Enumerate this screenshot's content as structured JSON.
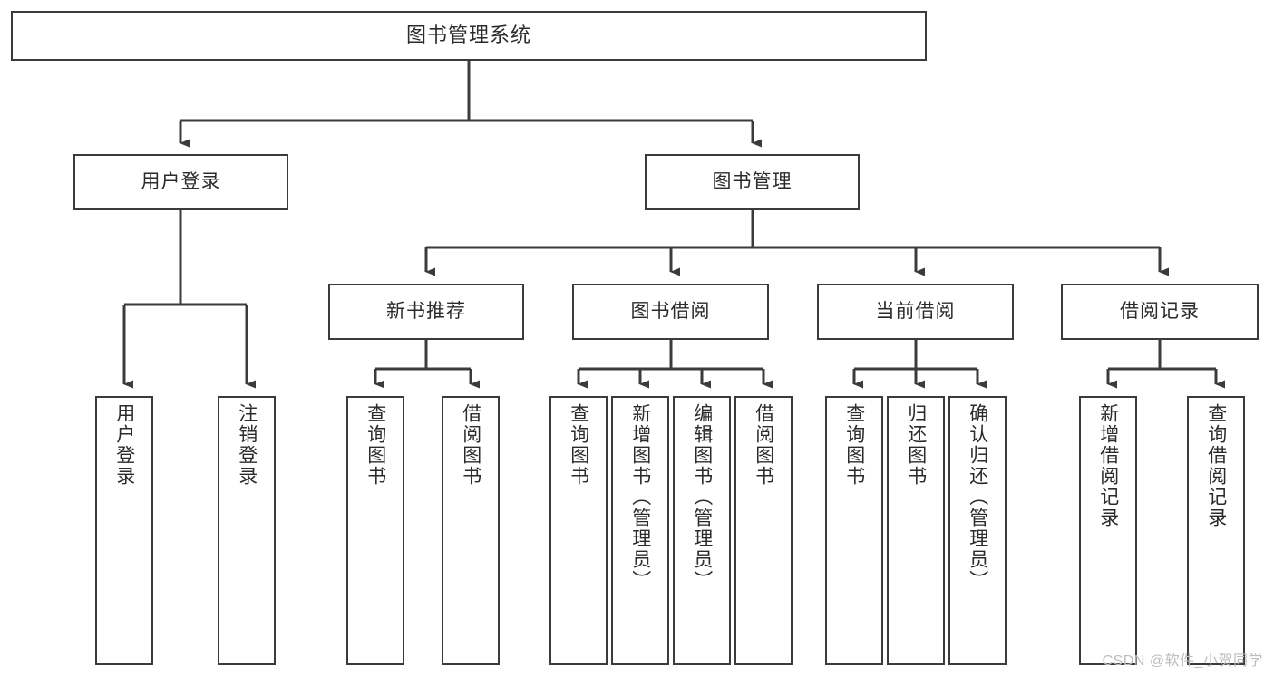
{
  "diagram": {
    "title": "图书管理系统",
    "type": "tree",
    "watermark": "CSDN @软件_小贺同学",
    "stroke_color": "#3b3b3b",
    "text_color": "#2b2b2b",
    "background_color": "#ffffff",
    "nodes": {
      "root": {
        "label": "图书管理系统"
      },
      "level2": [
        {
          "label": "用户登录"
        },
        {
          "label": "图书管理"
        }
      ],
      "level3": [
        {
          "label": "新书推荐"
        },
        {
          "label": "图书借阅"
        },
        {
          "label": "当前借阅"
        },
        {
          "label": "借阅记录"
        }
      ],
      "leaves_user_login": [
        {
          "label": "用户登录"
        },
        {
          "label": "注销登录"
        }
      ],
      "leaves_new_book": [
        {
          "label": "查询图书"
        },
        {
          "label": "借阅图书"
        }
      ],
      "leaves_borrow": [
        {
          "label": "查询图书"
        },
        {
          "label": "新增图书（管理员）"
        },
        {
          "label": "编辑图书（管理员）"
        },
        {
          "label": "借阅图书"
        }
      ],
      "leaves_current": [
        {
          "label": "查询图书"
        },
        {
          "label": "归还图书"
        },
        {
          "label": "确认归还（管理员）"
        }
      ],
      "leaves_records": [
        {
          "label": "新增借阅记录"
        },
        {
          "label": "查询借阅记录"
        }
      ]
    }
  }
}
